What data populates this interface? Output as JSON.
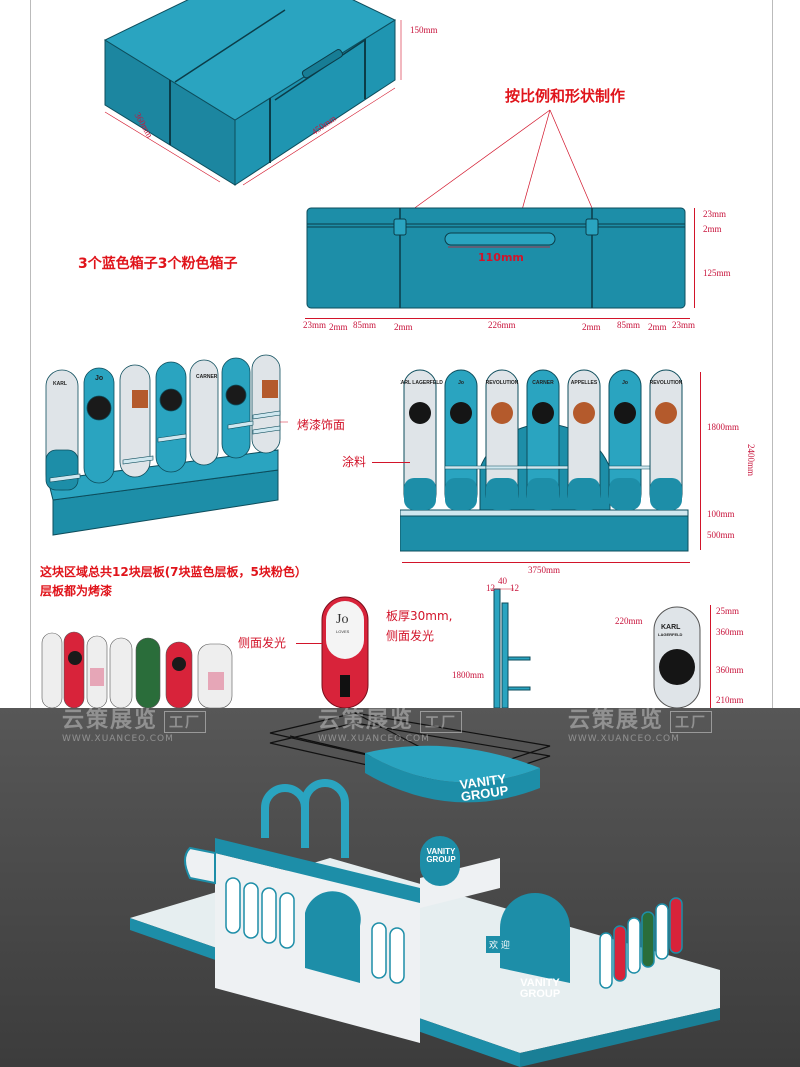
{
  "notes": {
    "proportion": "按比例和形状制作",
    "boxes": "3个蓝色箱子3个粉色箱子",
    "shelves_line1": "这块区域总共12块层板(7块蓝色层板，5块粉色）",
    "shelves_line2": "层板都为烤漆"
  },
  "box_dims": {
    "height": "150mm",
    "length": "450mm",
    "depth": "360mm",
    "handle": "110mm",
    "right": [
      "23mm",
      "2mm",
      "125mm"
    ],
    "bottom": [
      "23mm",
      "2mm",
      "85mm",
      "2mm",
      "226mm",
      "2mm",
      "85mm",
      "2mm",
      "23mm"
    ]
  },
  "display": {
    "label_paint_finish": "烤漆饰面",
    "label_coating": "涂料",
    "brands": [
      "KARL LAGERFELD",
      "Jo",
      "REVOLUTION",
      "CARNER",
      "APPELLES",
      "Jo",
      "REVOLUTION"
    ],
    "dims_right": [
      "1800mm",
      "100mm",
      "500mm"
    ],
    "dim_total_height": "2400mm",
    "dim_width": "3750mm"
  },
  "panel_detail": {
    "brand": "Jo",
    "brand_sub": "LOVES",
    "note_thickness": "板厚30mm,",
    "note_side_light_right": "侧面发光",
    "note_side_light_left": "侧面发光",
    "side_dims_top": [
      "12",
      "40",
      "12"
    ],
    "side_height": "1800mm",
    "karl_brand": "KARL LAGERFELD",
    "karl_dims_left": "220mm",
    "karl_dims_right": [
      "25mm",
      "360mm",
      "360mm",
      "210mm"
    ]
  },
  "render": {
    "brand_line1": "VANITY",
    "brand_line2": "GROUP",
    "welcome": "欢 迎"
  },
  "watermark": {
    "text": "云策展览",
    "box": "工厂",
    "url": "WWW.XUANCEO.COM"
  },
  "colors": {
    "teal": "#1e8ea8",
    "teal_dark": "#126f86",
    "red_note": "#e0141b",
    "pink": "#d8233a"
  }
}
